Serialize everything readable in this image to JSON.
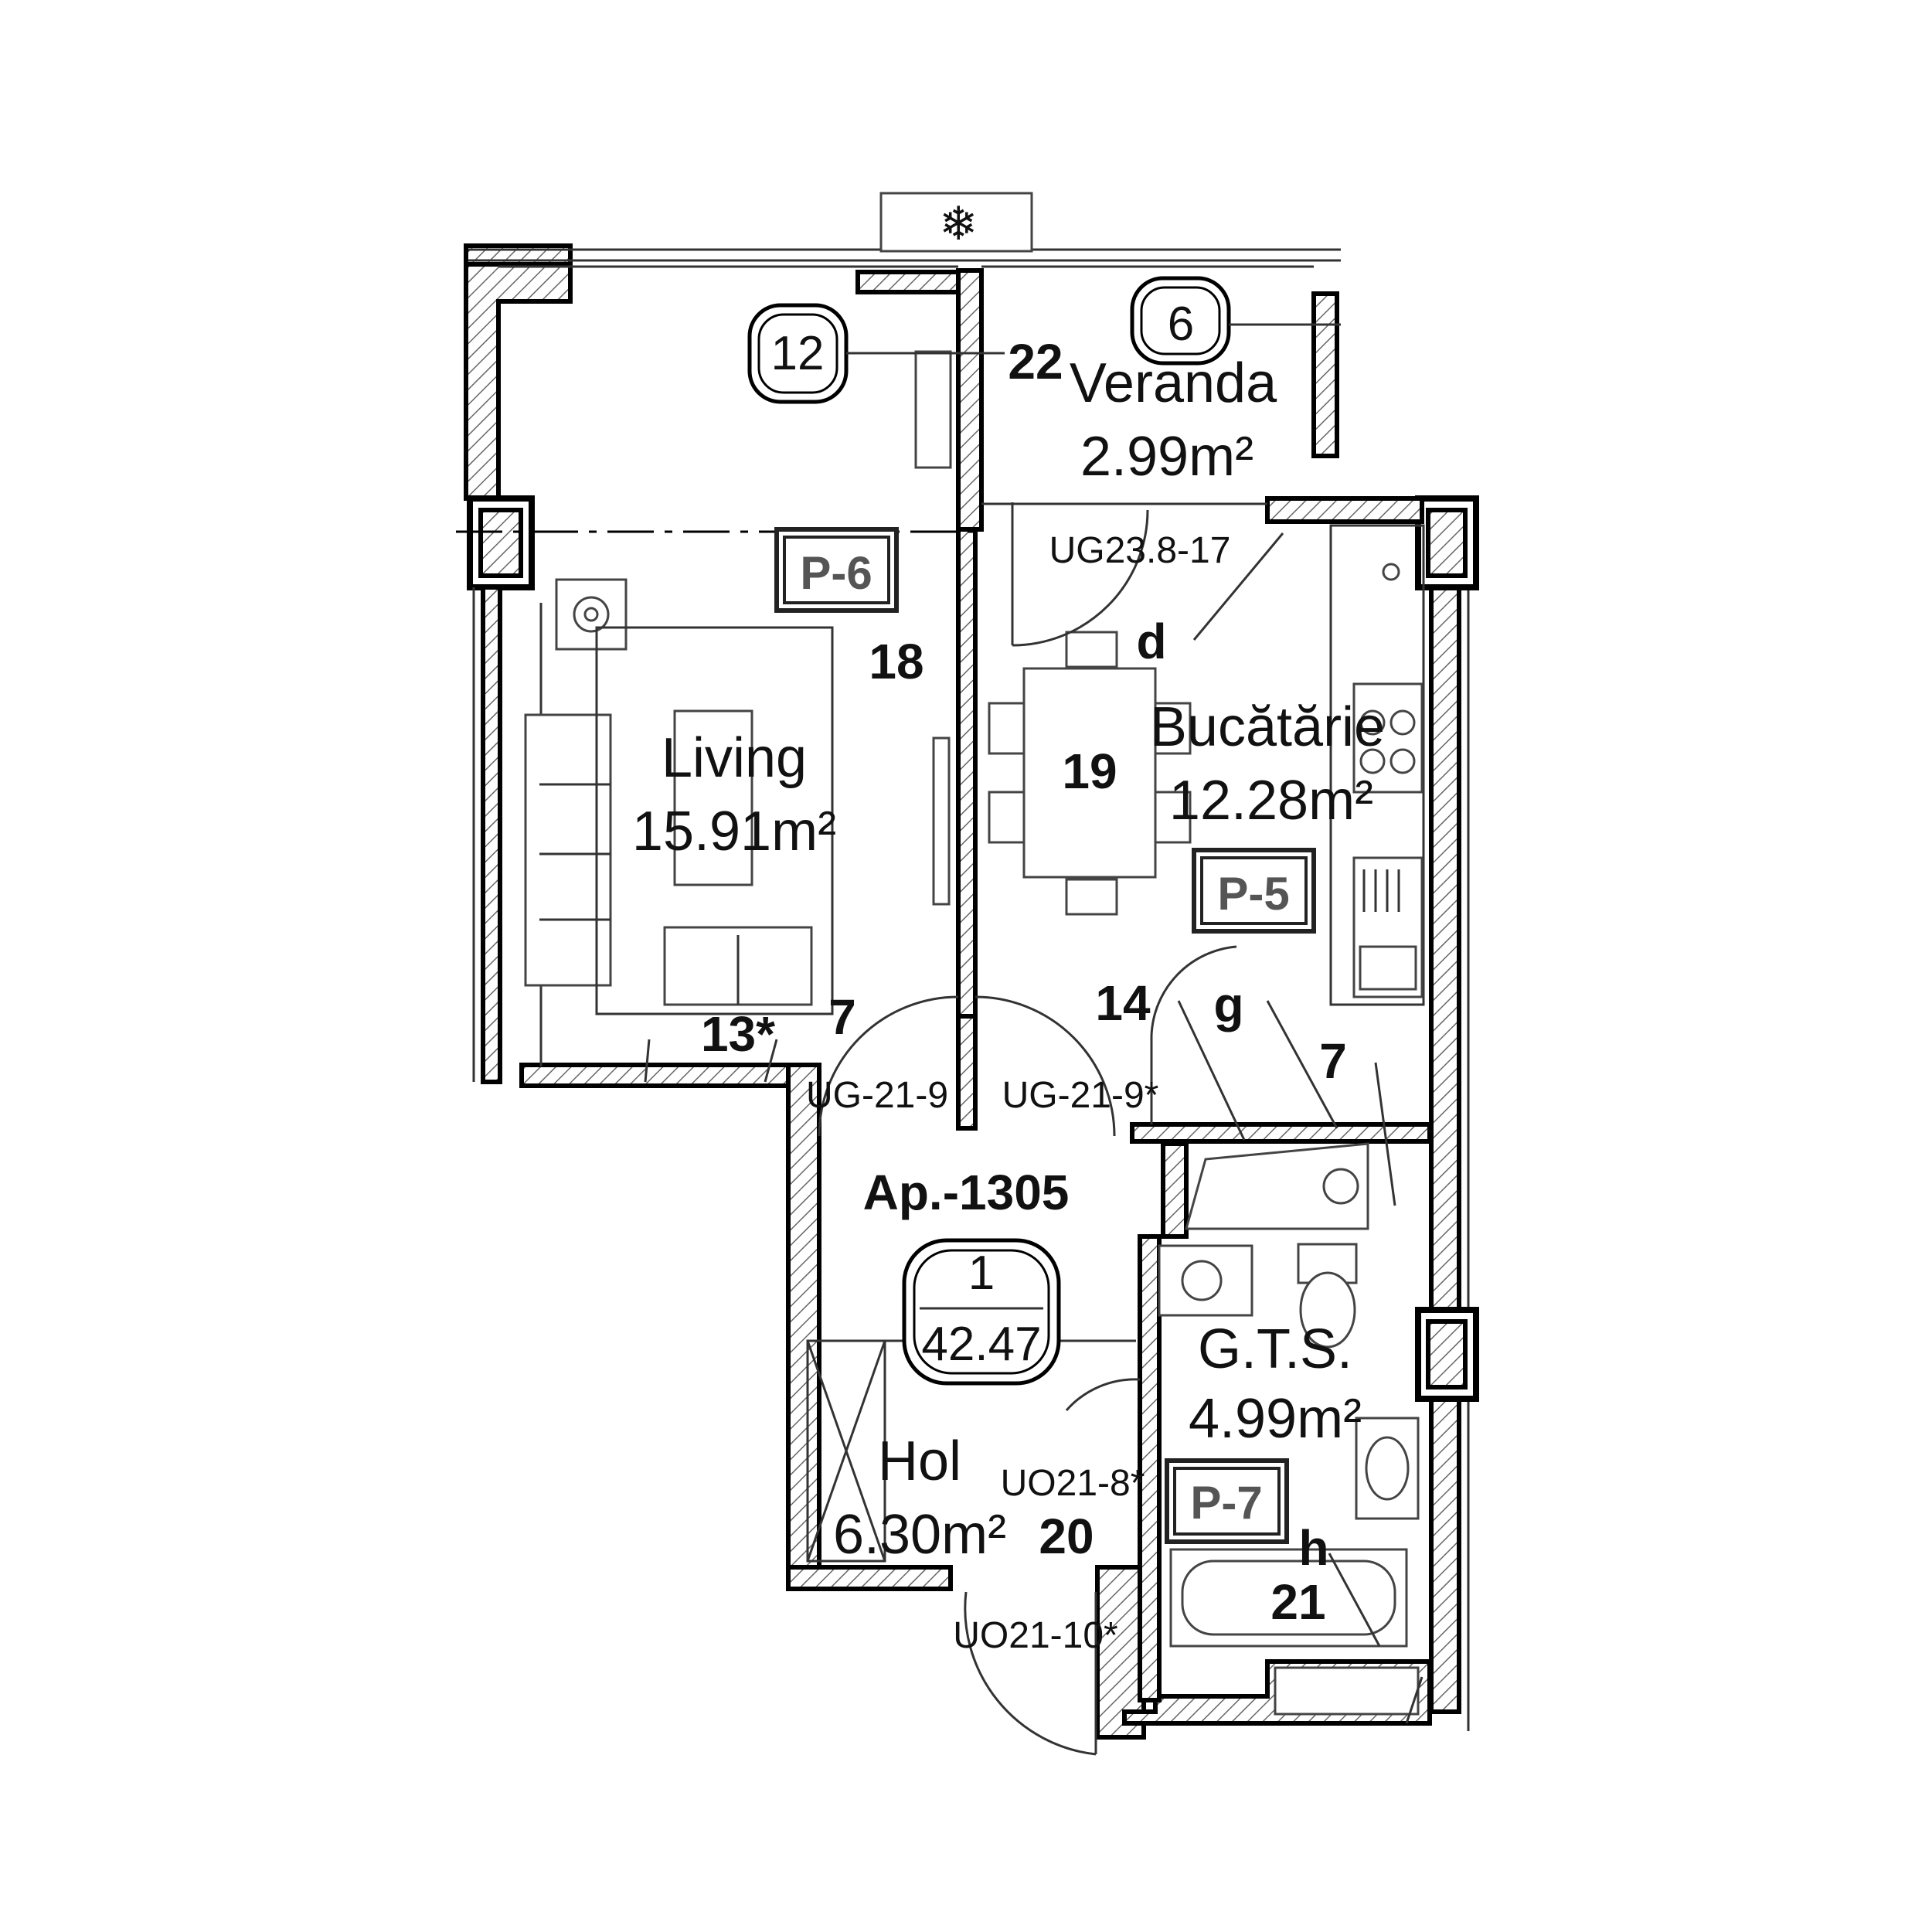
{
  "apartment": {
    "label": "Ap.-1305",
    "number": "1",
    "area": "42.47"
  },
  "rooms": {
    "veranda": {
      "name": "Veranda",
      "area": "2.99m²"
    },
    "living": {
      "name": "Living",
      "area": "15.91m²"
    },
    "kitchen": {
      "name": "Bucătărie",
      "area": "12.28m²"
    },
    "bathroom": {
      "name": "G.T.S.",
      "area": "4.99m²"
    },
    "hall": {
      "name": "Hol",
      "area": "6.30m²"
    }
  },
  "room_numbers": {
    "n18": "18",
    "n19": "19",
    "n20": "20",
    "n21": "21",
    "n22": "22",
    "n14": "14",
    "n7a": "7",
    "n7b": "7",
    "n13": "13*"
  },
  "letters": {
    "d": "d",
    "g": "g",
    "h": "h"
  },
  "badges": {
    "b12": "12",
    "b6": "6"
  },
  "tags": {
    "p6": "P-6",
    "p5": "P-5",
    "p7": "P-7"
  },
  "door_codes": {
    "ug23": "UG23.8-17",
    "ug21a": "UG-21-9",
    "ug21b": "UG-21-9*",
    "uo21_8": "UO21-8*",
    "uo21_10": "UO21-10*"
  }
}
